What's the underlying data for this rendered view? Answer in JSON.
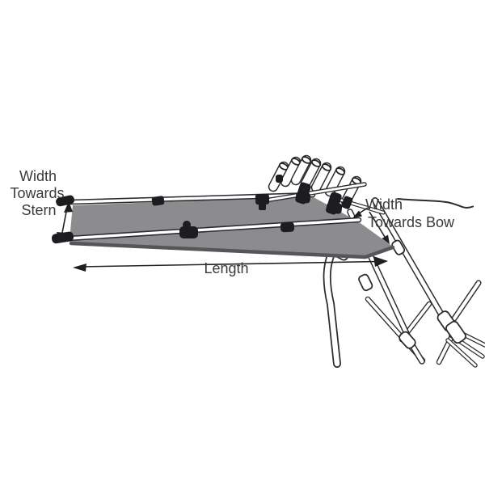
{
  "diagram": {
    "labels": {
      "stern": [
        "Width",
        "Towards",
        "Stern"
      ],
      "bow": [
        "Width",
        "Towards Bow"
      ],
      "length": "Length"
    },
    "colors": {
      "canvas_gray": "#8c8c8f",
      "canvas_edge_dark": "#56565a",
      "line_art": "#2c2c30",
      "text": "#3a3a3a",
      "background": "#ffffff"
    }
  }
}
